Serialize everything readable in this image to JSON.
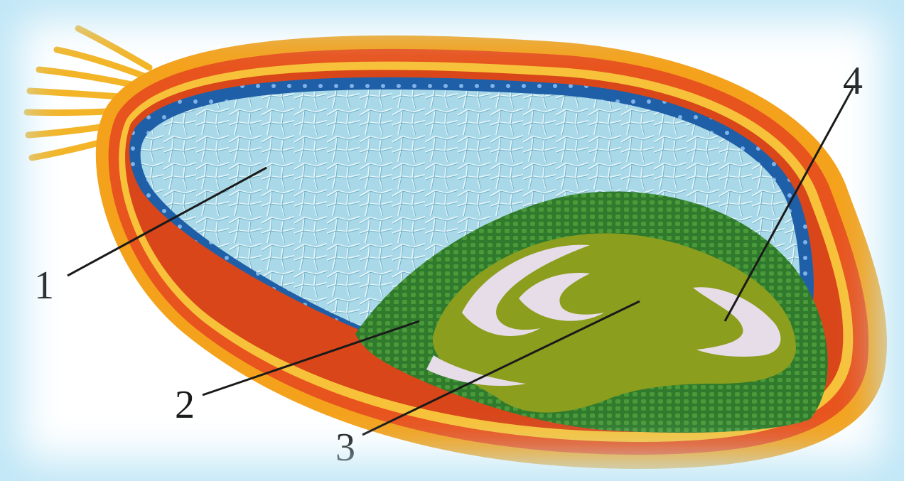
{
  "diagram": {
    "colors": {
      "frame_glow": "#bfe6f6",
      "seed_coat_outer": "#f4a21c",
      "seed_coat_mid": "#e8541e",
      "seed_coat_inner": "#f7c23a",
      "aleurone_layer": "#1f5fa8",
      "endosperm": "#a9d9e8",
      "scutellum": "#2f7a2c",
      "embryo": "#8c9e1e",
      "embryo_highlight": "#e6dde8",
      "hairs": "#f3b527",
      "leader_line": "#1a1a1a"
    },
    "callouts": [
      {
        "number": "1"
      },
      {
        "number": "2"
      },
      {
        "number": "3"
      },
      {
        "number": "4"
      }
    ]
  }
}
